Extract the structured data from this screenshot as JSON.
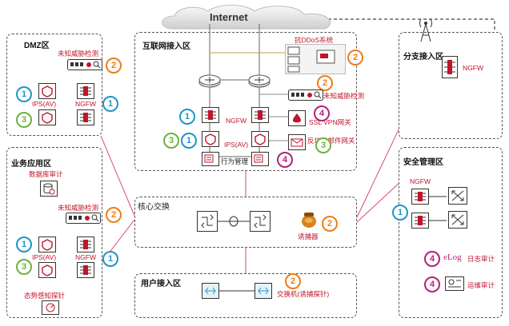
{
  "cloud": {
    "label": "Internet"
  },
  "zones": {
    "dmz": {
      "title": "DMZ区",
      "unknown_threat": "未知威胁检测",
      "ips": "IPS(AV)",
      "ngfw": "NGFW",
      "badges": [
        "2",
        "1",
        "1",
        "3"
      ]
    },
    "business": {
      "title": "业务应用区",
      "db_audit": "数据库审计",
      "unknown_threat": "未知威胁检测",
      "ips": "IPS(AV)",
      "ngfw": "NGFW",
      "probe": "态势感知探针",
      "badges": [
        "2",
        "1",
        "3",
        "1"
      ]
    },
    "internet_access": {
      "title": "互联网接入区",
      "anti_ddos": "抗DDoS系统",
      "unknown_threat": "未知威胁检测",
      "ngfw": "NGFW",
      "ips": "IPS(AV)",
      "ssl_vpn": "SSL VPN网关",
      "mail_gateway": "反垃圾邮件网关",
      "behavior": "行为管理",
      "badges": [
        "2",
        "2",
        "1",
        "4",
        "3",
        "1",
        "3",
        "4"
      ]
    },
    "core": {
      "title": "核心交换",
      "honeypot": "诱捕器",
      "badges": [
        "2"
      ]
    },
    "user_access": {
      "title": "用户接入区",
      "switch": "交换机(诱捕探针)",
      "badges": [
        "2"
      ]
    },
    "branch": {
      "title": "分支接入区",
      "ngfw": "NGFW"
    },
    "security_mgmt": {
      "title": "安全管理区",
      "ngfw": "NGFW",
      "elog": "eLog",
      "elog_desc": "日志审计",
      "ops_audit": "运维审计",
      "badges": [
        "1",
        "4",
        "4"
      ]
    }
  },
  "colors": {
    "red": "#c0152a",
    "blue": "#1e95c9",
    "orange": "#ef7d16",
    "green": "#6cb33e",
    "purple": "#b2237a",
    "link": "#d84a6a",
    "gold": "#c8a04a"
  }
}
